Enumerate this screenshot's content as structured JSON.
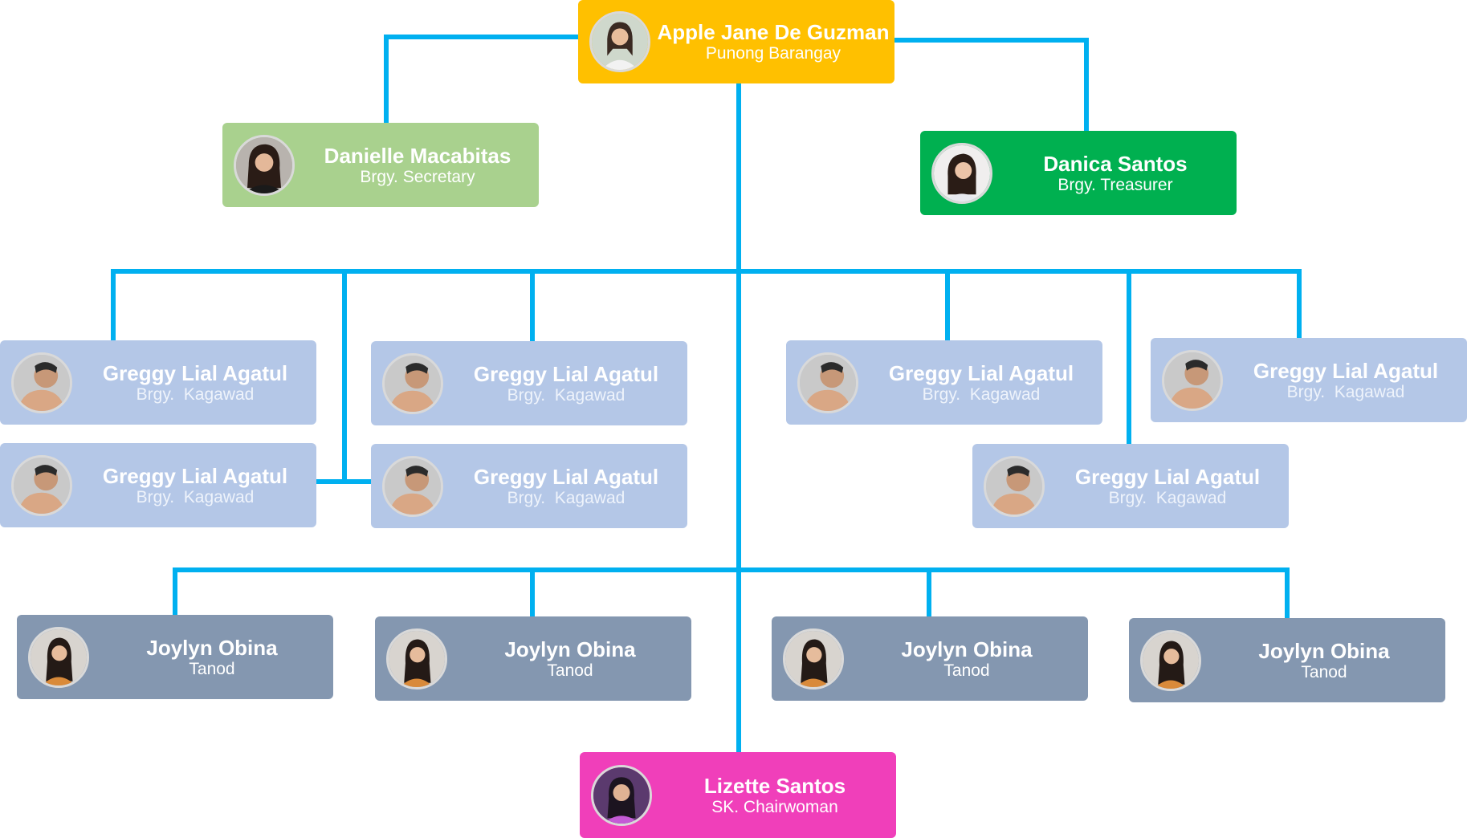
{
  "colors": {
    "connector": "#00b0f0",
    "captain": "#ffc000",
    "secretary": "#a9d18e",
    "treasurer": "#00b050",
    "kagawad": "#b4c7e7",
    "tanod": "#8497b0",
    "sk_chair": "#f03fba"
  },
  "captain": {
    "name": "Apple Jane De Guzman",
    "role": "Punong Barangay",
    "icon": "avatar-photo"
  },
  "secretary": {
    "name": "Danielle Macabitas",
    "role": "Brgy. Secretary",
    "icon": "avatar-photo"
  },
  "treasurer": {
    "name": "Danica Santos",
    "role": "Brgy. Treasurer",
    "icon": "avatar-photo"
  },
  "kagawads": [
    {
      "name": "Greggy Lial Agatul",
      "role": "Brgy.  Kagawad"
    },
    {
      "name": "Greggy Lial Agatul",
      "role": "Brgy.  Kagawad"
    },
    {
      "name": "Greggy Lial Agatul",
      "role": "Brgy.  Kagawad"
    },
    {
      "name": "Greggy Lial Agatul",
      "role": "Brgy.  Kagawad"
    },
    {
      "name": "Greggy Lial Agatul",
      "role": "Brgy.  Kagawad"
    },
    {
      "name": "Greggy Lial Agatul",
      "role": "Brgy.  Kagawad"
    },
    {
      "name": "Greggy Lial Agatul",
      "role": "Brgy.  Kagawad"
    }
  ],
  "tanods": [
    {
      "name": "Joylyn Obina",
      "role": "Tanod"
    },
    {
      "name": "Joylyn Obina",
      "role": "Tanod"
    },
    {
      "name": "Joylyn Obina",
      "role": "Tanod"
    },
    {
      "name": "Joylyn Obina",
      "role": "Tanod"
    }
  ],
  "sk_chair": {
    "name": "Lizette Santos",
    "role": "SK. Chairwoman",
    "icon": "avatar-photo"
  }
}
